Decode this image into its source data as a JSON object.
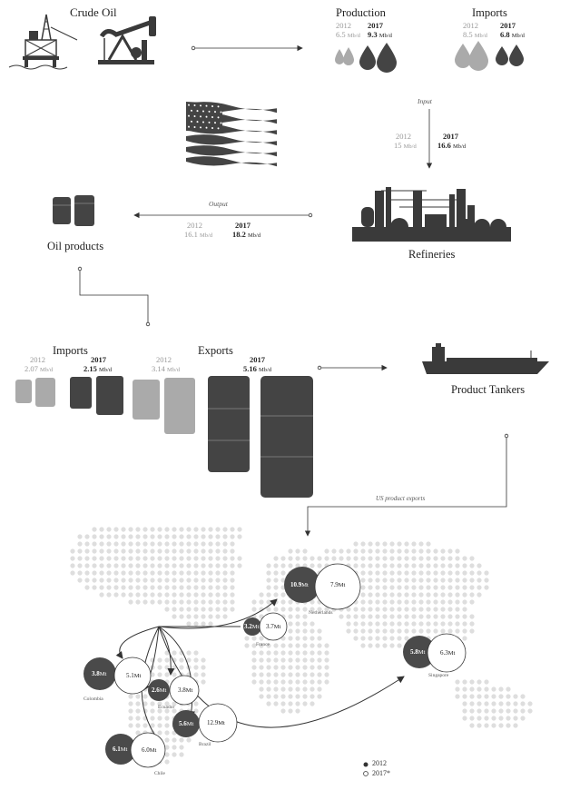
{
  "top": {
    "crude_oil": "Crude Oil",
    "production": {
      "title": "Production",
      "y_old": "2012",
      "v_old": "6.5",
      "y_new": "2017",
      "v_new": "9.3",
      "unit": "Mb/d"
    },
    "imports_crude": {
      "title": "Imports",
      "y_old": "2012",
      "v_old": "8.5",
      "y_new": "2017",
      "v_new": "6.8",
      "unit": "Mb/d"
    }
  },
  "refinery": {
    "input_label": "Input",
    "y_old": "2012",
    "v_old": "15",
    "y_new": "2017",
    "v_new": "16.6",
    "unit": "Mb/d",
    "title": "Refineries"
  },
  "output": {
    "label": "Output",
    "y_old": "2012",
    "v_old": "16.1",
    "y_new": "2017",
    "v_new": "18.2",
    "unit": "Mb/d"
  },
  "oil_products": "Oil products",
  "trade": {
    "imports": {
      "title": "Imports",
      "y_old": "2012",
      "v_old": "2.07",
      "y_new": "2017",
      "v_new": "2.15",
      "unit": "Mb/d"
    },
    "exports": {
      "title": "Exports",
      "y_old": "2012",
      "v_old": "3.14",
      "y_new": "2017",
      "v_new": "5.16",
      "unit": "Mb/d"
    }
  },
  "tankers": "Product Tankers",
  "us_exports_label": "US product exports",
  "destinations": [
    {
      "name": "Netherlands",
      "v2012": "10.9",
      "v2017": "7.9",
      "unit": "Mt"
    },
    {
      "name": "France",
      "v2012": "3.2",
      "v2017": "3.7",
      "unit": "Mt"
    },
    {
      "name": "Singapore",
      "v2012": "5.8",
      "v2017": "6.3",
      "unit": "Mt"
    },
    {
      "name": "Colombia",
      "v2012": "3.8",
      "v2017": "5.1",
      "unit": "Mt"
    },
    {
      "name": "Ecuador",
      "v2012": "2.6",
      "v2017": "3.8",
      "unit": "Mt"
    },
    {
      "name": "Brazil",
      "v2012": "5.6",
      "v2017": "12.9",
      "unit": "Mt"
    },
    {
      "name": "Chile",
      "v2012": "6.1",
      "v2017": "6.0",
      "unit": "Mt"
    }
  ],
  "legend": {
    "old": "2012",
    "new": "2017*"
  },
  "colors": {
    "dark": "#555555",
    "light": "#aaaaaa",
    "line": "#333333",
    "dots": "#dddddd"
  }
}
